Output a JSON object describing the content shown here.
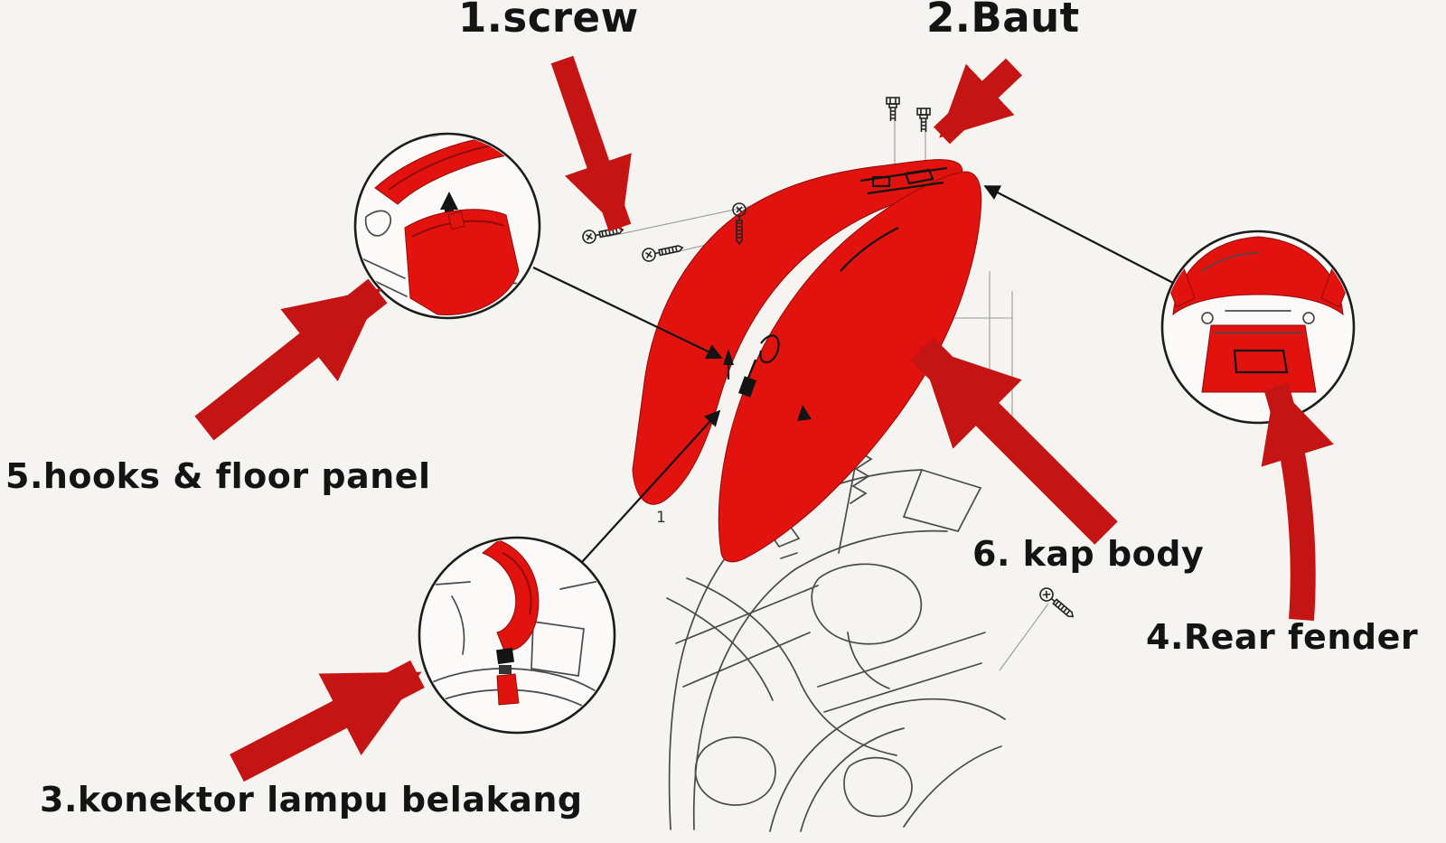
{
  "figure": {
    "type": "exploded-parts-diagram",
    "subject": "motorcycle rear body panel (kap body) removal"
  },
  "labels": {
    "screw": "1.screw",
    "baut": "2.Baut",
    "konektor_lampu_belakang": "3.konektor lampu belakang",
    "rear_fender": "4.Rear fender",
    "hooks_floor_panel": "5.hooks & floor panel",
    "kap_body": "6. kap body"
  },
  "drawing": {
    "part_marker": "1"
  },
  "colors": {
    "highlight": "#e2130f",
    "arrow": "#c41414",
    "ink": "#141414",
    "sketch": "#4a4a4a",
    "background": "#f6f4f1"
  }
}
